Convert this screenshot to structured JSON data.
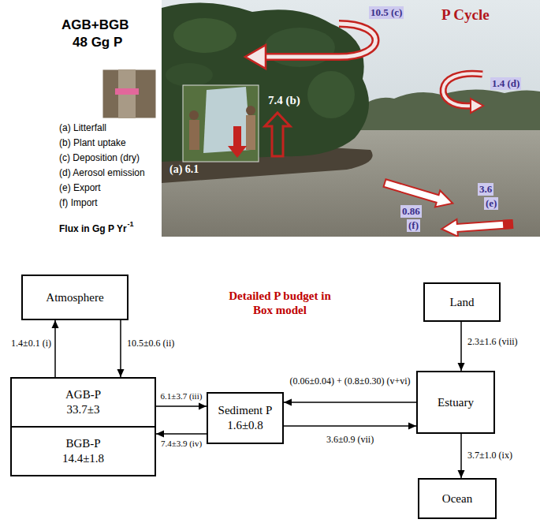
{
  "diagram": {
    "title": "P Cycle",
    "nodes": [
      {
        "text": [
          "Atmosphere"
        ]
      },
      {
        "text": [
          "AGB-P",
          "33.7±3"
        ]
      },
      {
        "text": [
          "BGB-P",
          "14.4±1.8"
        ]
      },
      {
        "text": [
          "Sediment P",
          "1.6±0.8"
        ]
      },
      {
        "text": [
          "Land"
        ]
      },
      {
        "text": [
          "Estuary"
        ]
      },
      {
        "text": [
          "Ocean"
        ]
      }
    ],
    "edges": [
      {
        "from": 1,
        "to": 0,
        "arrow": "to",
        "label": "1.4±0.1 (i)"
      },
      {
        "from": 0,
        "to": 1,
        "arrow": "to",
        "label": "10.5±0.6 (ii)"
      },
      {
        "from": 1,
        "to": 3,
        "arrow": "to",
        "label": "6.1±3.7 (iii)"
      },
      {
        "from": 3,
        "to": 2,
        "arrow": "to",
        "label": "7.4±3.9 (iv)"
      },
      {
        "from": 5,
        "to": 3,
        "arrow": "to",
        "label": "(0.06±0.04) + (0.8±0.30) (v+vi)"
      },
      {
        "from": 3,
        "to": 5,
        "arrow": "to",
        "label": "3.6±0.9 (vii)"
      },
      {
        "from": 4,
        "to": 5,
        "arrow": "to",
        "label": "2.3±1.6 (viii)"
      },
      {
        "from": 5,
        "to": 6,
        "arrow": "to",
        "label": "3.7±1.0 (ix)"
      }
    ],
    "labels": [
      "AGB+BGB",
      "48 Gg P",
      "(a) Litterfall",
      "(b) Plant uptake",
      "(c) Deposition (dry)",
      "(d) Aerosol emission",
      "(e) Export",
      "(f) Import",
      "Flux in Gg P Yr",
      "-1",
      "10.5 (c)",
      "1.4 (d)",
      "7.4 (b)",
      "(a) 6.1",
      "3.6",
      "(e)",
      "0.86",
      "(f)",
      "Detailed P budget in Box model"
    ]
  }
}
